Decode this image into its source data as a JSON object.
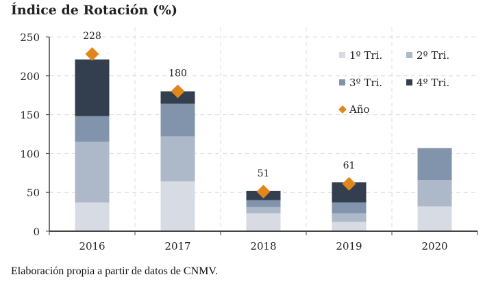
{
  "chart_data": {
    "type": "bar",
    "stacked": true,
    "title": "Índice de Rotación (%)",
    "categories": [
      "2016",
      "2017",
      "2018",
      "2019",
      "2020"
    ],
    "ylim": [
      0,
      250
    ],
    "yticks": [
      0,
      50,
      100,
      150,
      200,
      250
    ],
    "grid": true,
    "legend_position": "top-right",
    "series": [
      {
        "name": "1º Tri.",
        "color": "#d6dbe4",
        "values": [
          37,
          64,
          23,
          12,
          32
        ]
      },
      {
        "name": "2º Tri.",
        "color": "#adb8c8",
        "values": [
          78,
          58,
          8,
          11,
          34
        ]
      },
      {
        "name": "3º Tri.",
        "color": "#8294ab",
        "values": [
          33,
          42,
          9,
          14,
          41
        ]
      },
      {
        "name": "4º Tri.",
        "color": "#333f4f",
        "values": [
          73,
          16,
          12,
          26,
          null
        ]
      }
    ],
    "annual": {
      "name": "Año",
      "color": "#e0861c",
      "values": [
        228,
        180,
        51,
        61,
        null
      ],
      "labels": [
        "228",
        "180",
        "51",
        "61",
        ""
      ]
    }
  },
  "source": "Elaboración propia a partir de datos de CNMV."
}
